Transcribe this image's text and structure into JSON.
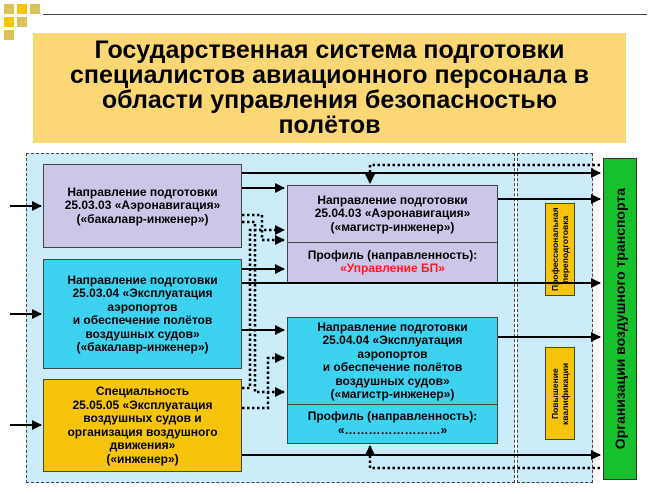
{
  "title": {
    "line1": "Государственная система подготовки",
    "line2": "специалистов авиационного персонала в",
    "line3": "области управления безопасностью",
    "line4": "полётов"
  },
  "boxes": {
    "b1": {
      "l1": "Направление подготовки",
      "l2": "25.03.03 «Аэронавигация»",
      "l3": "(«бакалавр-инженер»)"
    },
    "b2": {
      "l1": "Направление подготовки",
      "l2": "25.03.04 «Эксплуатация",
      "l3": "аэропортов",
      "l4": "и обеспечение полётов",
      "l5": "воздушных судов»",
      "l6": "(«бакалавр-инженер»)"
    },
    "b3": {
      "l1": "Специальность",
      "l2": "25.05.05 «Эксплуатация",
      "l3": "воздушных судов и",
      "l4": "организация воздушного",
      "l5": "движения»",
      "l6": "(«инженер»)"
    },
    "m1": {
      "l1": "Направление подготовки",
      "l2": "25.04.03 «Аэронавигация»",
      "l3": "(«магистр-инженер»)",
      "p1": "Профиль (направленность):",
      "p2": "«Управление БП»"
    },
    "m2": {
      "l1": "Направление подготовки",
      "l2": "25.04.04 «Эксплуатация",
      "l3": "аэропортов",
      "l4": "и обеспечение полётов",
      "l5": "воздушных судов»",
      "l6": "(«магистр-инженер»)",
      "p1": "Профиль (направленность):",
      "p2": "«……………………»"
    }
  },
  "side": {
    "prof": "Профессиональная переподготовка",
    "qual": "Повышение квалификации"
  },
  "org": "Организации воздушного транспорта",
  "colors": {
    "title_bg": "#fbd875",
    "area_bg": "#ccecfa",
    "lavender": "#ccc7e8",
    "cyan": "#3cd2f0",
    "gold": "#f5c40b",
    "green": "#16c12b",
    "red": "#ff1a1a"
  }
}
